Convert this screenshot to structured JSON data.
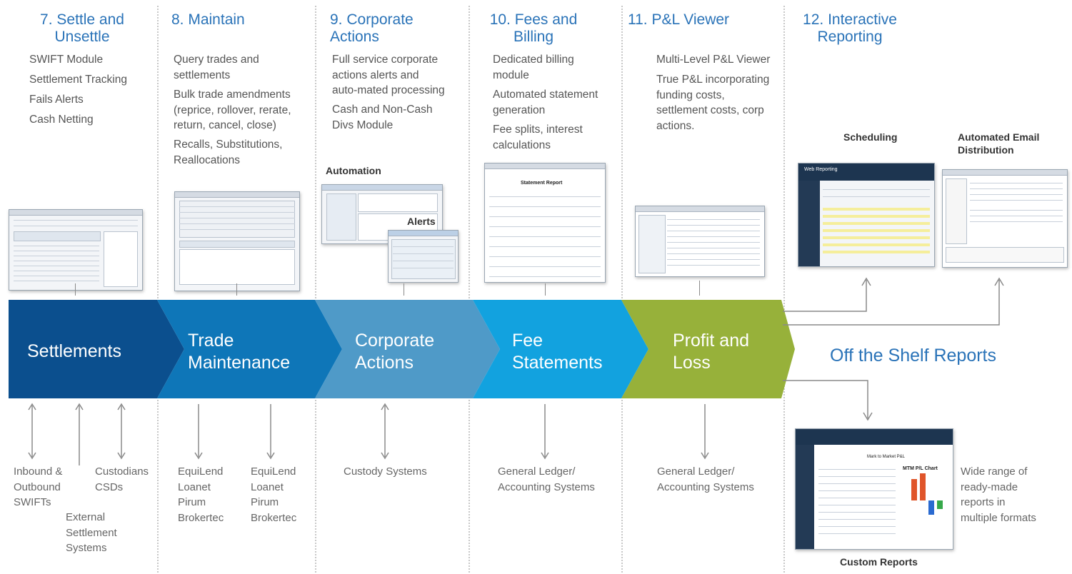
{
  "columns": [
    {
      "heading": "7. Settle and Unsettle",
      "bullets": [
        "SWIFT Module",
        "Settlement Tracking",
        "Fails Alerts",
        "Cash Netting"
      ]
    },
    {
      "heading": "8. Maintain",
      "bullets": [
        "Query trades and settlements",
        "Bulk trade amendments (reprice, rollover, rerate, return, cancel, close)",
        "Recalls, Substitutions, Reallocations"
      ]
    },
    {
      "heading": "9. Corporate Actions",
      "bullets": [
        "Full service corporate actions alerts and auto-mated processing",
        "Cash and Non-Cash Divs Module"
      ]
    },
    {
      "heading": "10. Fees and Billing",
      "bullets": [
        "Dedicated billing module",
        "Automated statement generation",
        "Fee splits, interest calculations"
      ]
    },
    {
      "heading": "11. P&L Viewer",
      "bullets": [
        "Multi-Level P&L Viewer",
        "True P&L incorporating funding costs, settlement costs, corp actions."
      ]
    },
    {
      "heading": "12. Interactive Reporting",
      "bullets": []
    }
  ],
  "screenshot_labels": {
    "automation": "Automation",
    "alerts": "Alerts",
    "scheduling": "Scheduling",
    "email": "Automated Email Distribution",
    "custom": "Custom Reports",
    "statement_report": "Statement Report",
    "web_reporting": "Web Reporting",
    "mtm_chart": "MTM P/L Chart",
    "mark_to_market": "Mark to Market P&L"
  },
  "band": [
    {
      "label": "Settlements",
      "color": "#0b4f8e"
    },
    {
      "label": "Trade Maintenance",
      "color": "#0e76b8"
    },
    {
      "label": "Corporate Actions",
      "color": "#4f9ac8"
    },
    {
      "label": "Fee Statements",
      "color": "#12a2df"
    },
    {
      "label": "Profit and Loss",
      "color": "#97b13a"
    }
  ],
  "off_shelf": "Off the Shelf Reports",
  "systems": {
    "inbound": "Inbound & Outbound SWIFTs",
    "external": "External Settlement Systems",
    "custodians": "Custodians CSDs",
    "equilend_a": "EquiLend Loanet Pirum Brokertec",
    "equilend_b": "EquiLend Loanet Pirum Brokertec",
    "custody": "Custody Systems",
    "gl_a": "General Ledger/ Accounting Systems",
    "gl_b": "General Ledger/ Accounting Systems",
    "wide_range": "Wide range of ready-made reports in multiple formats"
  }
}
